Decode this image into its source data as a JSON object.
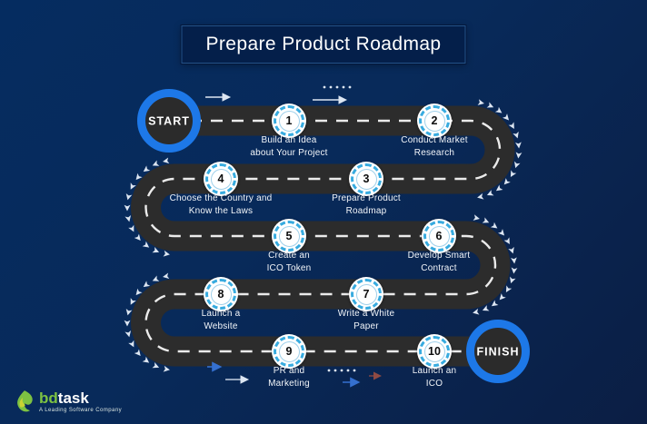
{
  "title": "Prepare Product Roadmap",
  "road": {
    "start_label": "START",
    "finish_label": "FINISH"
  },
  "steps": [
    {
      "number": "1",
      "line1": "Build an Idea",
      "line2": "about Your Project"
    },
    {
      "number": "2",
      "line1": "Conduct Market",
      "line2": "Research"
    },
    {
      "number": "3",
      "line1": "Prepare Product",
      "line2": "Roadmap"
    },
    {
      "number": "4",
      "line1": "Choose the Country and",
      "line2": "Know the Laws"
    },
    {
      "number": "5",
      "line1": "Create an",
      "line2": "ICO Token"
    },
    {
      "number": "6",
      "line1": "Develop Smart",
      "line2": "Contract"
    },
    {
      "number": "7",
      "line1": "Write a White",
      "line2": "Paper"
    },
    {
      "number": "8",
      "line1": "Launch a",
      "line2": "Website"
    },
    {
      "number": "9",
      "line1": "PR and",
      "line2": "Marketing"
    },
    {
      "number": "10",
      "line1": "Launch an",
      "line2": "ICO"
    }
  ],
  "logo": {
    "brand_prefix": "bd",
    "brand_suffix": "task",
    "tagline": "A Leading Software Company"
  },
  "colors": {
    "background_top": "#052c60",
    "background_bottom": "#0b1e44",
    "accent_ring_blue": "#1d78e8",
    "road": "#2c2c2c",
    "badge_blue": "#2ea7de",
    "logo_green": "#7dc242"
  }
}
